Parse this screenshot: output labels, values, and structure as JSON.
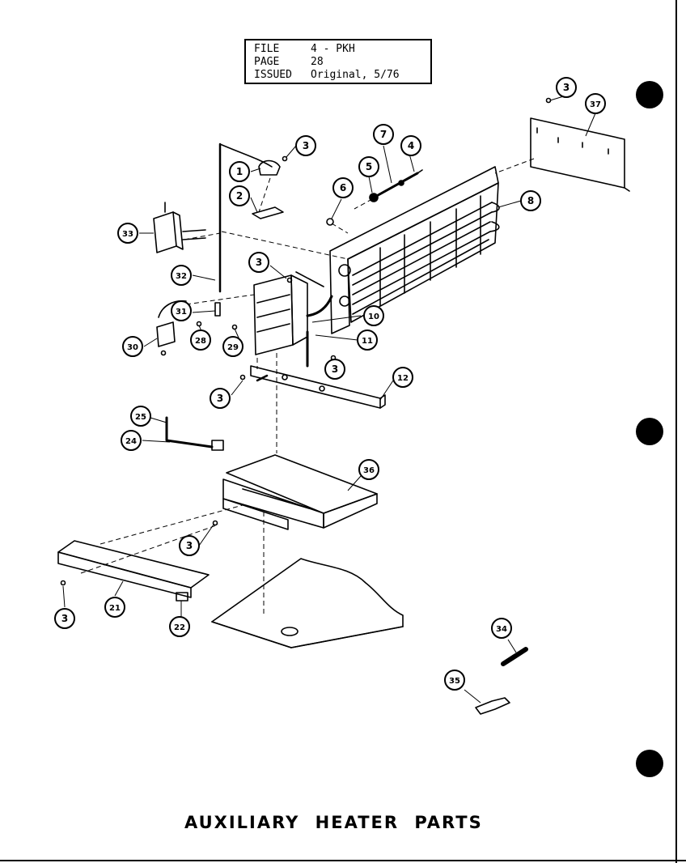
{
  "header": {
    "rows": [
      {
        "key": "FILE",
        "value": "4 - PKH"
      },
      {
        "key": "PAGE",
        "value": "28"
      },
      {
        "key": "ISSUED",
        "value": "Original, 5/76"
      }
    ]
  },
  "caption": "AUXILIARY HEATER PARTS",
  "callouts": [
    "1",
    "2",
    "3",
    "4",
    "5",
    "6",
    "7",
    "8",
    "10",
    "11",
    "12",
    "21",
    "22",
    "24",
    "25",
    "28",
    "29",
    "30",
    "31",
    "32",
    "33",
    "34",
    "35",
    "36",
    "37"
  ],
  "colors": {
    "ink": "#000000",
    "paper": "#ffffff"
  }
}
